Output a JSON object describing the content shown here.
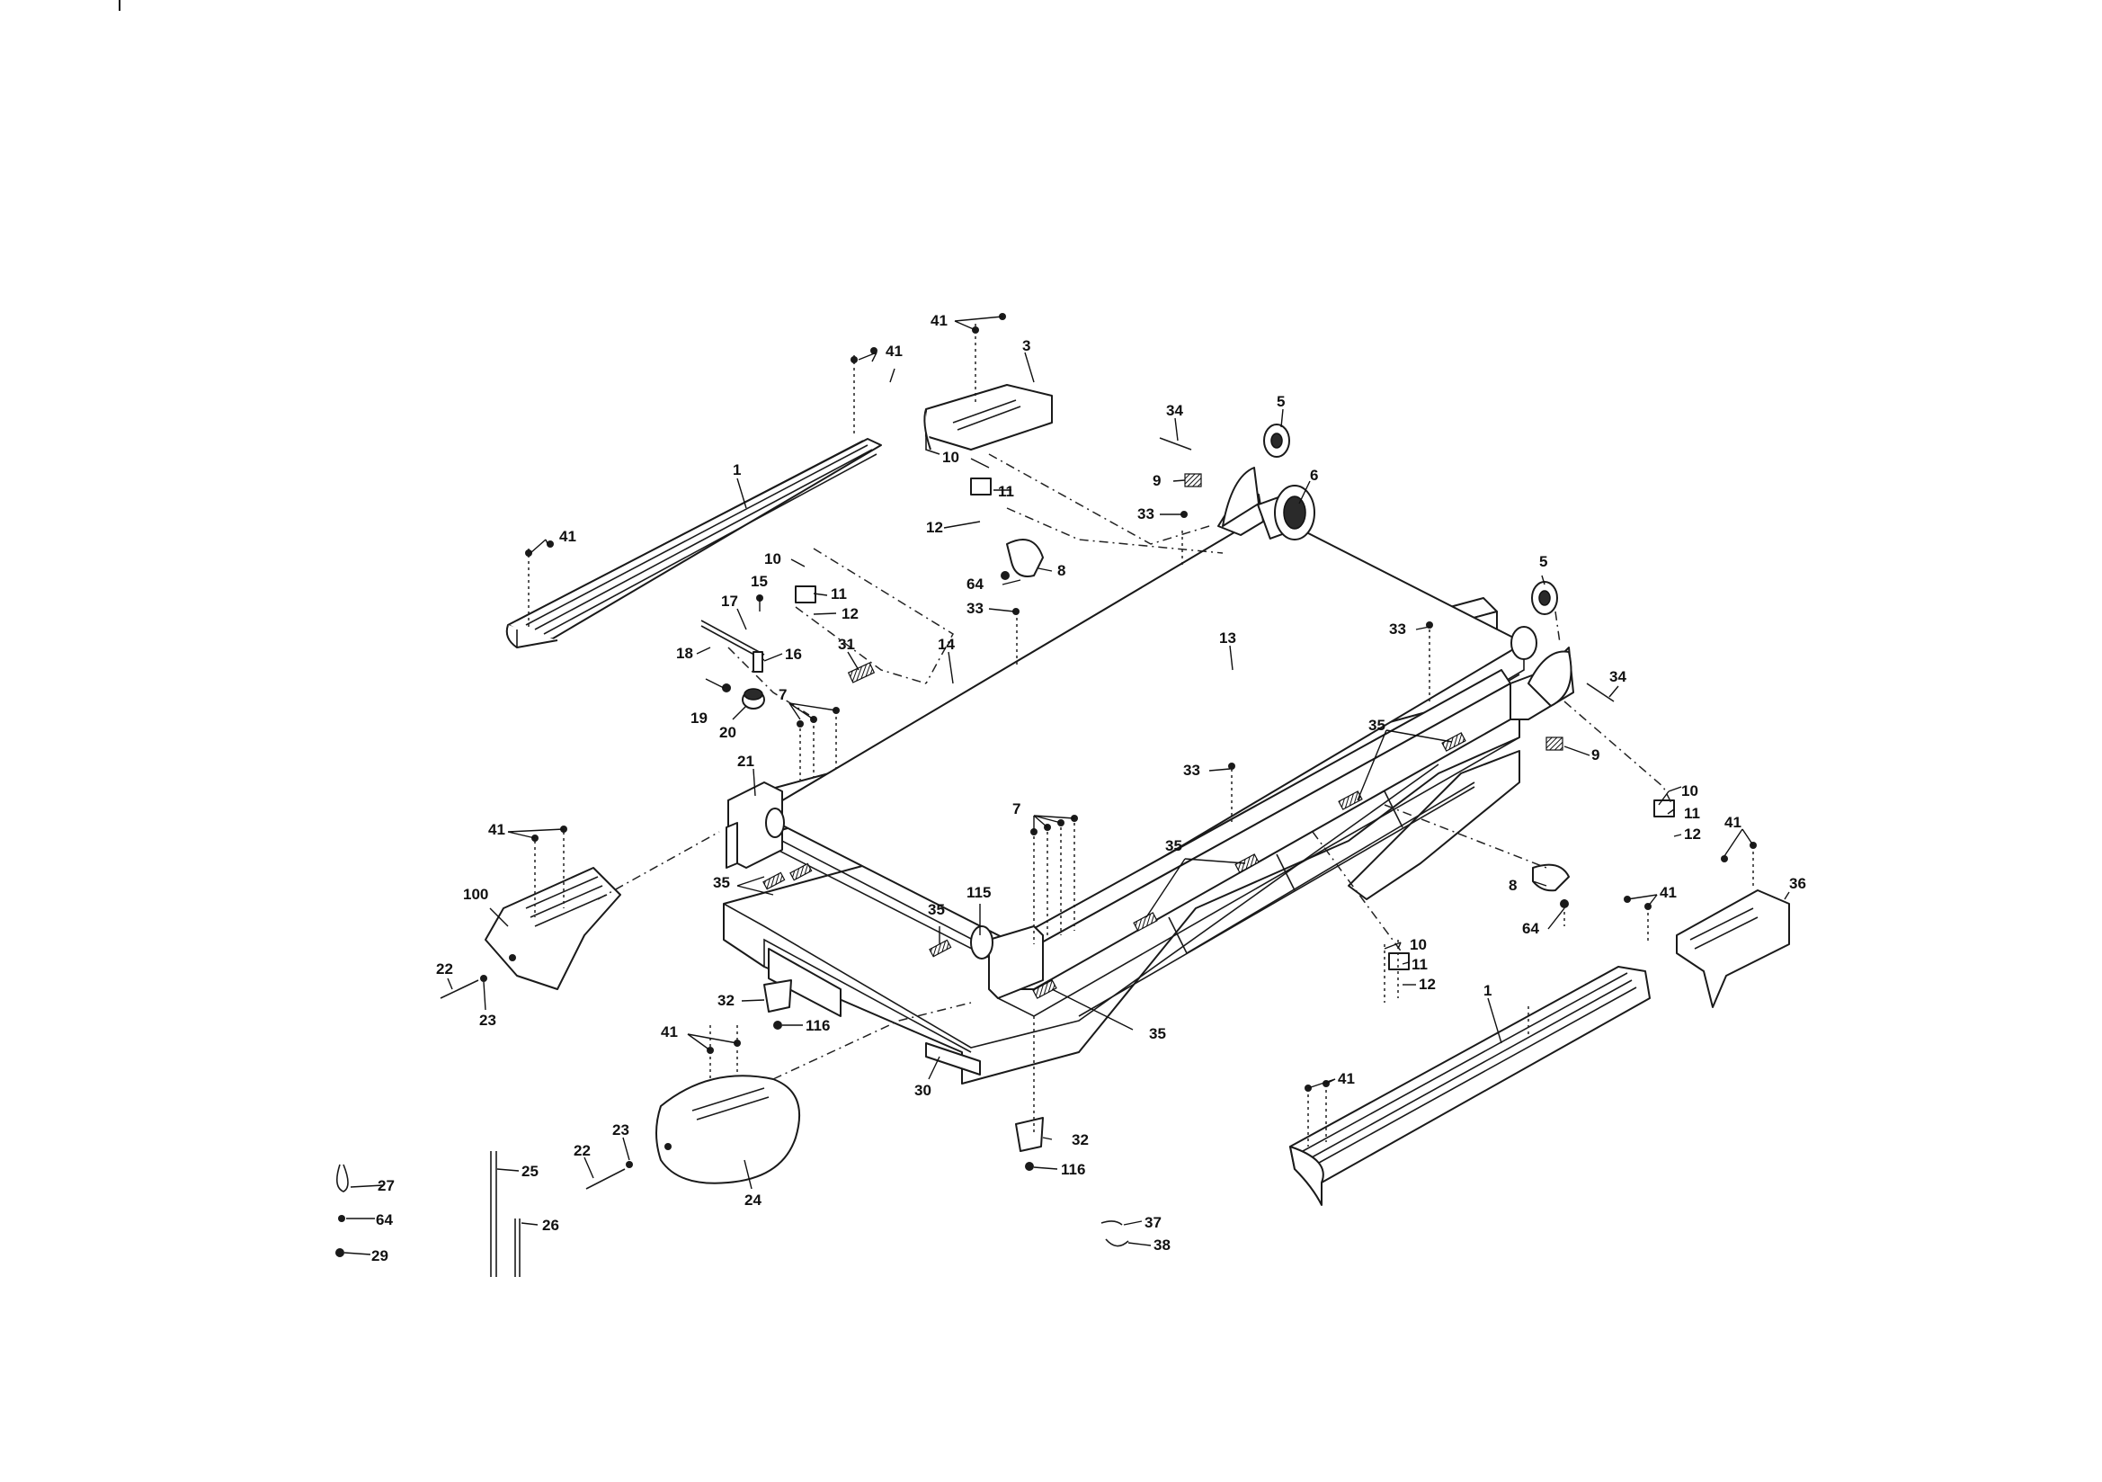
{
  "callouts": {
    "c41a": "41",
    "c3": "3",
    "c41b": "41",
    "c1a": "1",
    "c41c": "41",
    "c34a": "34",
    "c5a": "5",
    "c9a": "9",
    "c6": "6",
    "c10a": "10",
    "c11a": "11",
    "c12a": "12",
    "c33a": "33",
    "c64a": "64",
    "c8a": "8",
    "c10b": "10",
    "c11b": "11",
    "c15": "15",
    "c17": "17",
    "c12b": "12",
    "c33b": "33",
    "c16": "16",
    "c18": "18",
    "c19": "19",
    "c31": "31",
    "c14": "14",
    "c13": "13",
    "c33c": "33",
    "c5b": "5",
    "c34b": "34",
    "c20": "20",
    "c7a": "7",
    "c35a": "35",
    "c9b": "9",
    "c21": "21",
    "c33d": "33",
    "c10c": "10",
    "c11c": "11",
    "c12c": "12",
    "c41d": "41",
    "c7b": "7",
    "c41e": "41",
    "c35b": "35",
    "c100": "100",
    "c35c": "35",
    "c115": "115",
    "c35d": "35",
    "c8b": "8",
    "c64b": "64",
    "c41f": "41",
    "c36": "36",
    "c10d": "10",
    "c11d": "11",
    "c12d": "12",
    "c22a": "22",
    "c23a": "23",
    "c32a": "32",
    "c116a": "116",
    "c35e": "35",
    "c1b": "1",
    "c41g": "41",
    "c30": "30",
    "c41h": "41",
    "c23b": "23",
    "c22b": "22",
    "c24": "24",
    "c32b": "32",
    "c116b": "116",
    "c27": "27",
    "c25": "25",
    "c64c": "64",
    "c26": "26",
    "c29": "29",
    "c37": "37",
    "c38": "38"
  },
  "icons": {
    "fastener": "screw-icon",
    "wheel": "roller-wheel-icon",
    "pad": "hatched-pad-icon"
  }
}
